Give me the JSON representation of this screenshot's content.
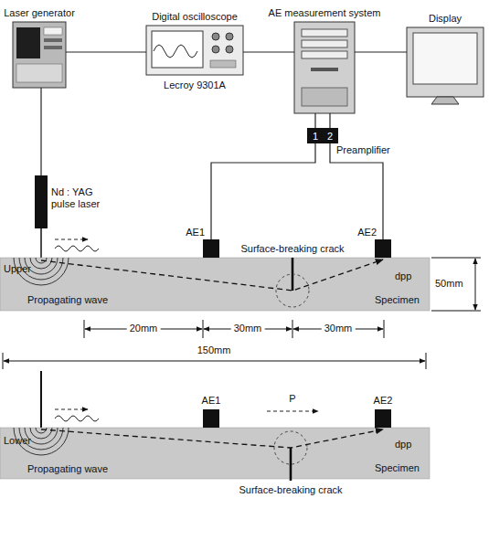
{
  "diagram": {
    "nodes": [
      {
        "text": [
          "Laser generator"
        ]
      },
      {
        "text": [
          "Digital oscilloscope",
          "Lecroy 9301A"
        ]
      },
      {
        "text": [
          "AE measurement system"
        ]
      },
      {
        "text": [
          "Display"
        ]
      },
      {
        "text": [
          "Nd : YAG pulse laser"
        ]
      },
      {
        "text": [
          "1"
        ]
      },
      {
        "text": [
          "2"
        ]
      },
      {
        "text": [
          "AE1"
        ]
      },
      {
        "text": [
          "AE2"
        ]
      },
      {
        "text": [
          "Upper",
          "Specimen"
        ]
      },
      {
        "text": [
          "AE1"
        ]
      },
      {
        "text": [
          "AE2"
        ]
      },
      {
        "text": [
          "Lower",
          "Specimen"
        ]
      }
    ],
    "edges": [
      {
        "from": 0,
        "to": 1,
        "arrow": "none"
      },
      {
        "from": 1,
        "to": 2,
        "arrow": "none"
      },
      {
        "from": 2,
        "to": 3,
        "arrow": "none"
      },
      {
        "from": 0,
        "to": 4,
        "arrow": "none"
      },
      {
        "from": 2,
        "to": 5,
        "arrow": "none"
      },
      {
        "from": 2,
        "to": 6,
        "arrow": "none"
      },
      {
        "from": 5,
        "to": 7,
        "arrow": "none"
      },
      {
        "from": 6,
        "to": 8,
        "arrow": "none"
      }
    ],
    "labels": [
      "Preamplifier",
      "Propagating wave",
      "Surface-breaking crack",
      "dpp",
      "50mm",
      "20mm",
      "30mm",
      "30mm",
      "150mm",
      "P",
      "Propagating wave",
      "Surface-breaking crack",
      "dpp"
    ]
  }
}
